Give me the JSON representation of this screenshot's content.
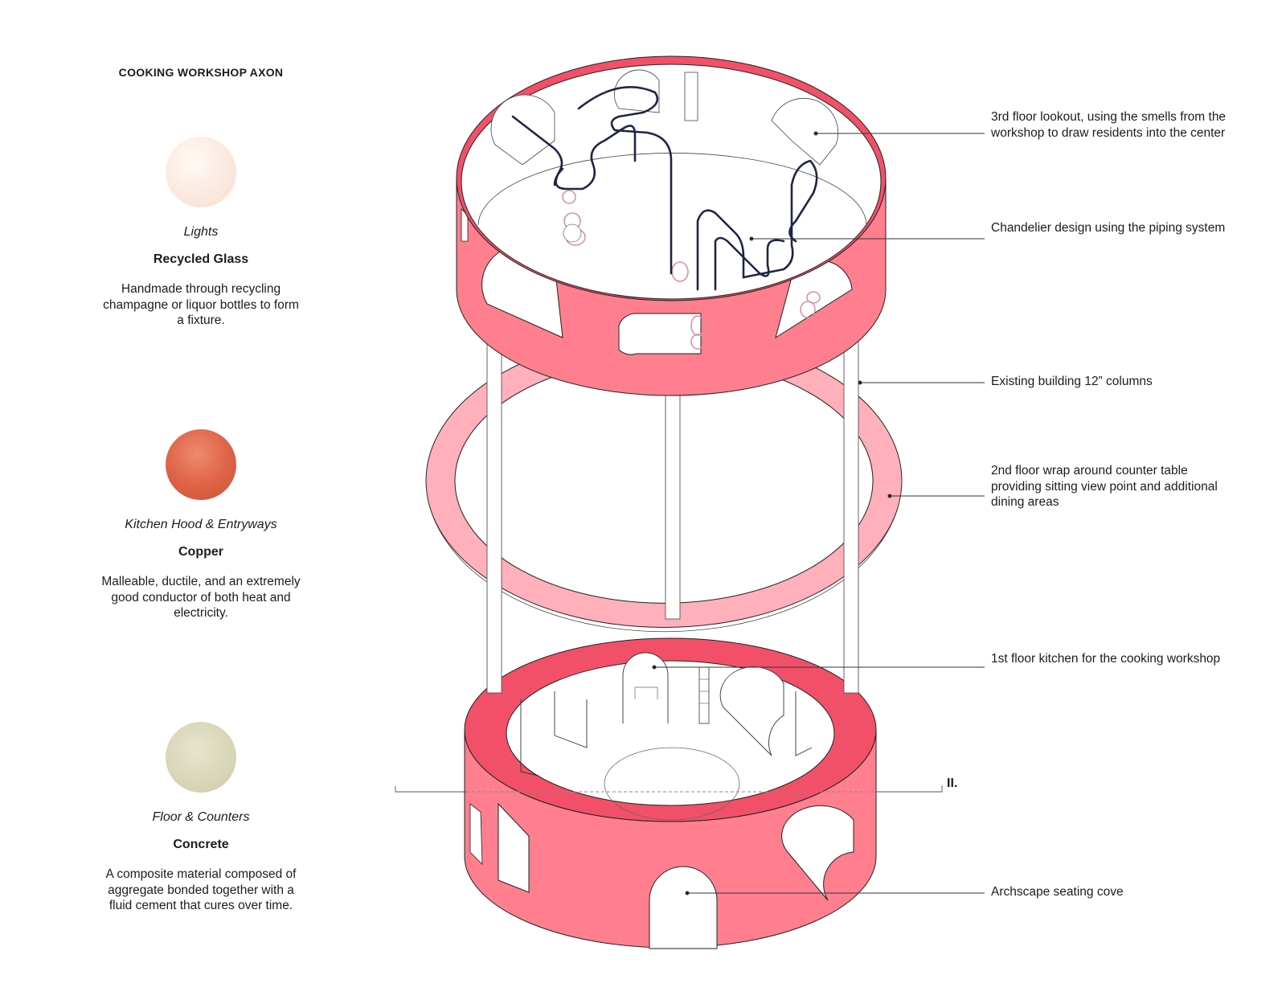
{
  "title": "COOKING WORKSHOP AXON",
  "legend": [
    {
      "use": "Lights",
      "material": "Recycled Glass",
      "description": "Handmade through recycling champagne or liquor bottles to form a fixture."
    },
    {
      "use": "Kitchen Hood & Entryways",
      "material": "Copper",
      "description": "Malleable, ductile, and an extremely good conductor of both heat and electricity."
    },
    {
      "use": "Floor & Counters",
      "material": "Concrete",
      "description": "A composite material composed of aggregate bonded together with a fluid cement that cures over time."
    }
  ],
  "annotations": [
    "3rd floor lookout, using the smells from the workshop to draw residents into the center",
    "Chandelier design using the piping system",
    "Existing building 12” columns",
    "2nd floor wrap around counter table providing sitting view point and additional dining areas",
    "1st floor kitchen for the cooking workshop",
    "Archscape seating cove"
  ],
  "section_mark": "II.",
  "colors": {
    "band": "#ff7f8f",
    "band_top": "#f25068",
    "ring": "#ffb0bb",
    "pipe": "#1f2547",
    "pipe_pink": "#d98aa3",
    "leader": "#333333"
  }
}
